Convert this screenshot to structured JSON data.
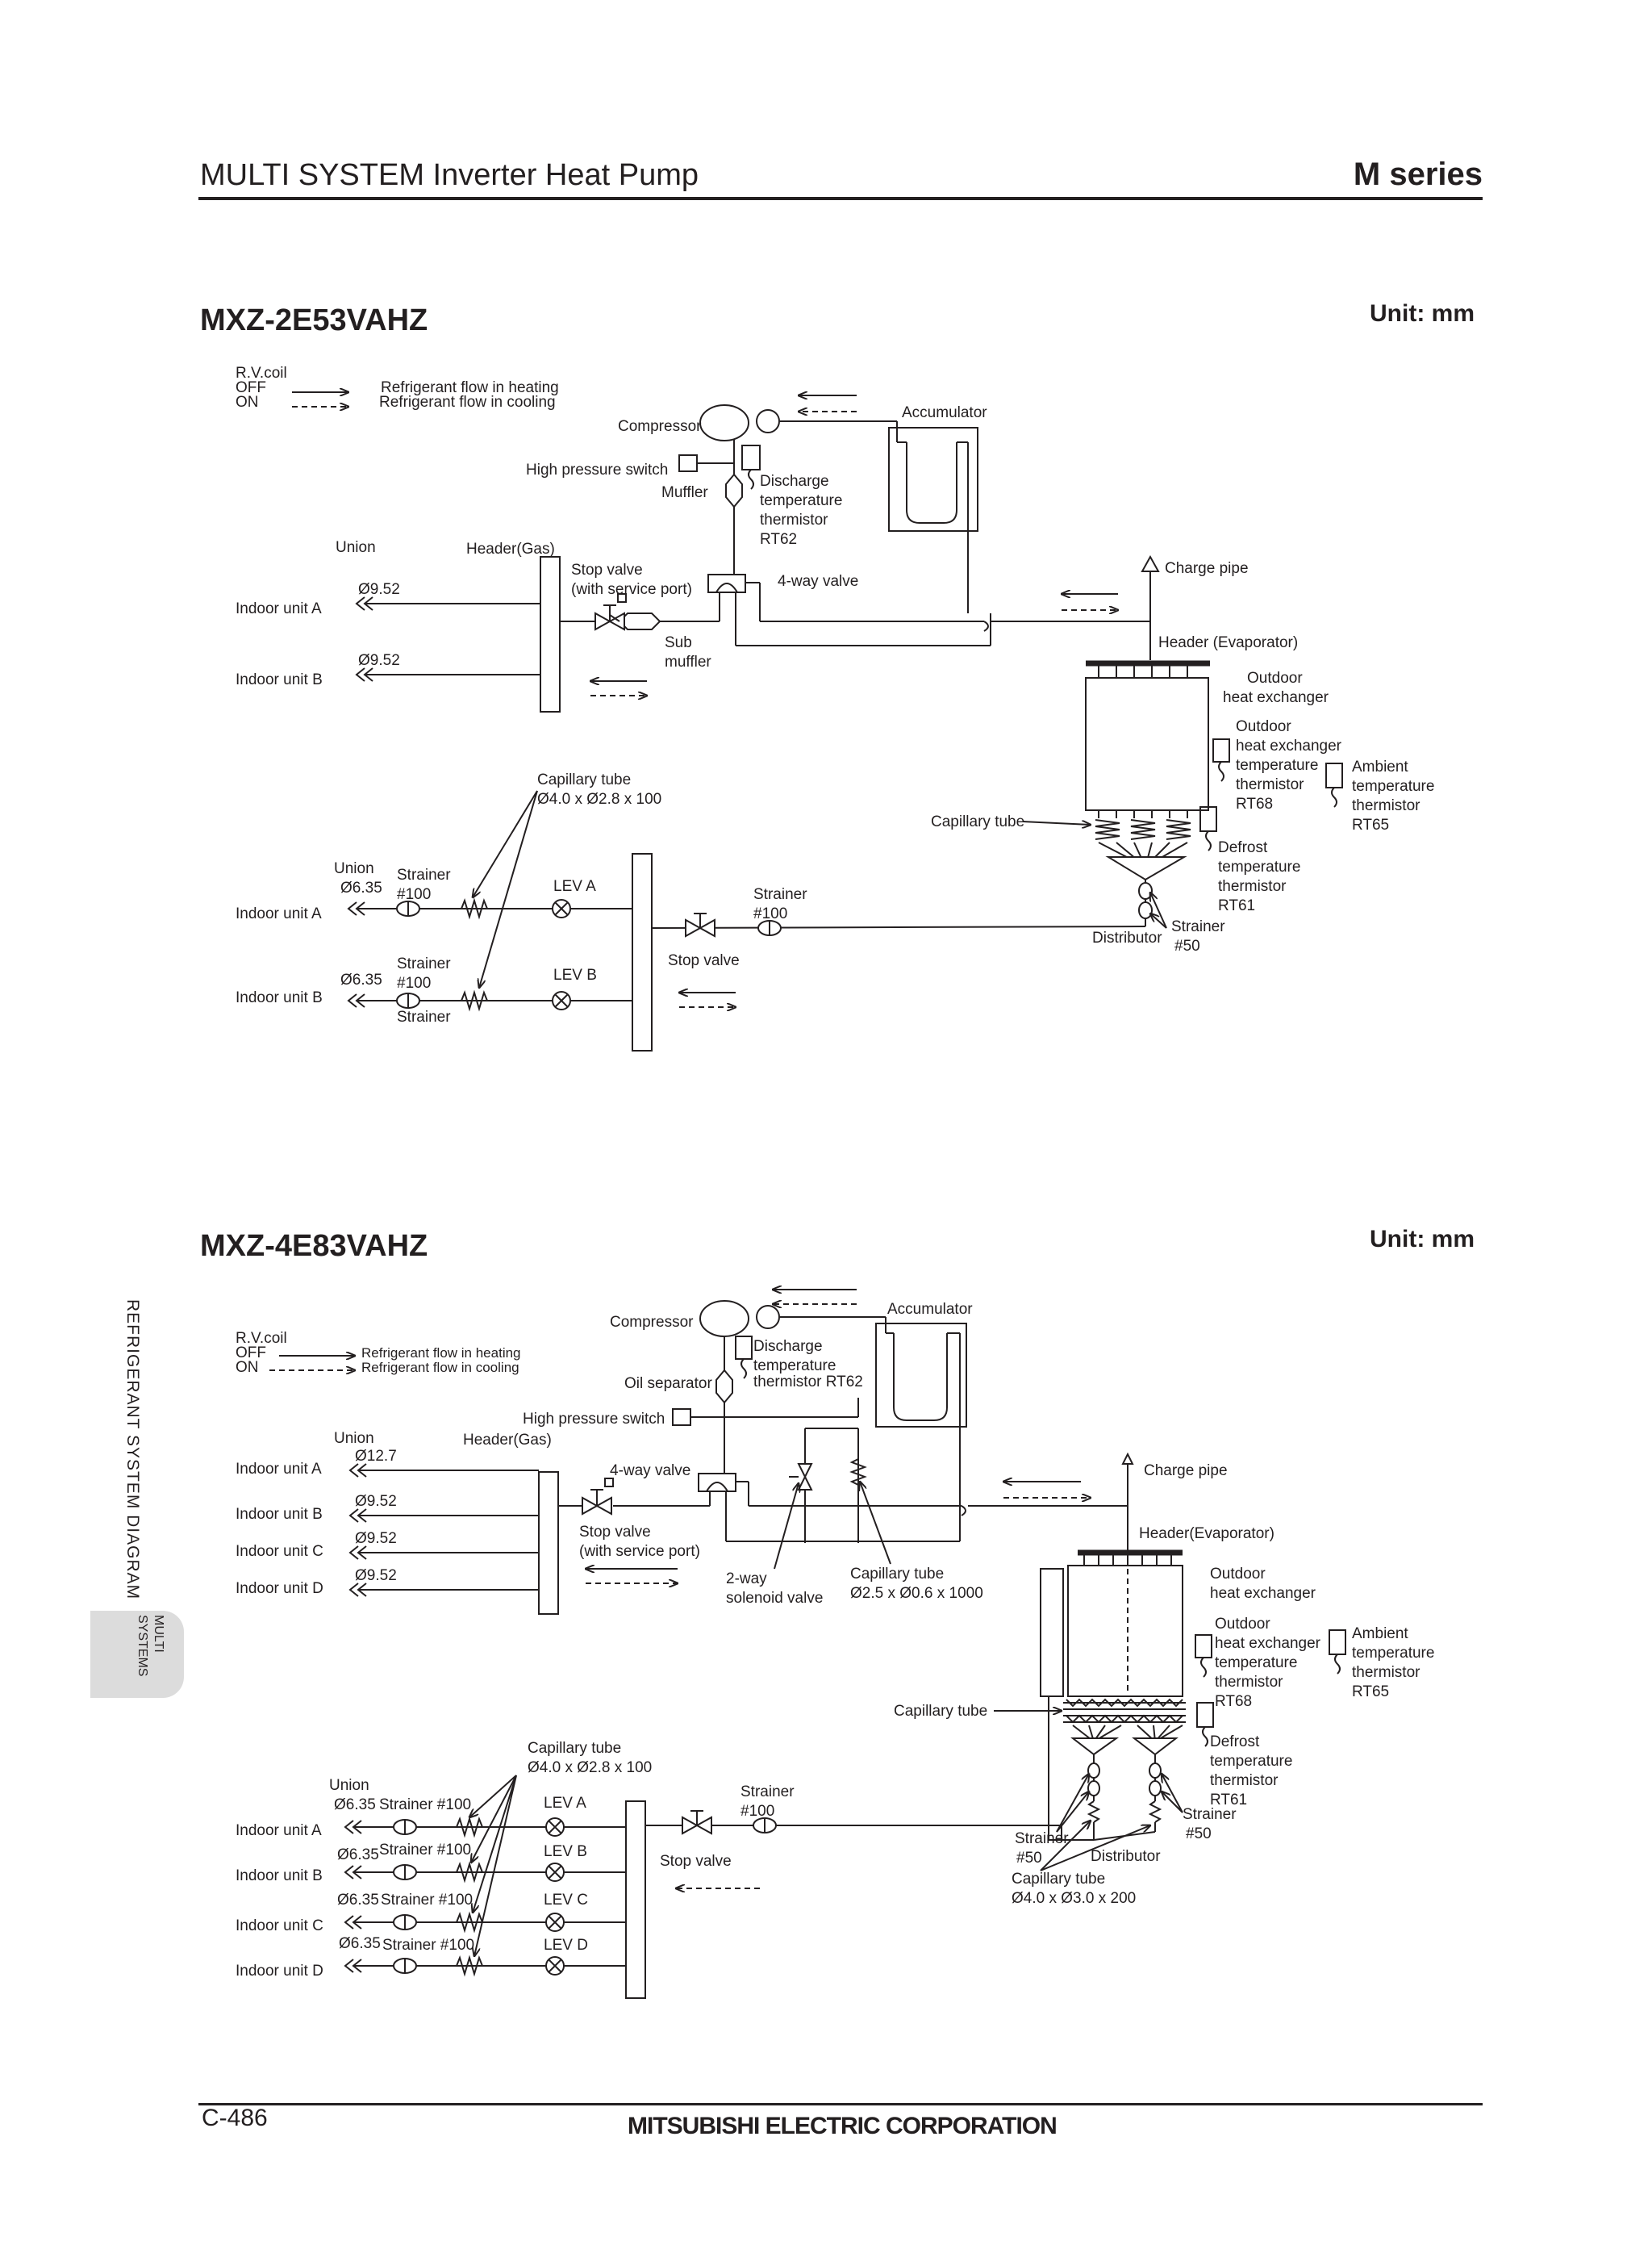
{
  "header": {
    "title": "MULTI SYSTEM Inverter Heat Pump",
    "series": "M series"
  },
  "side": {
    "tab_line1": "MULTI",
    "tab_line2": "SYSTEMS",
    "section": "REFRIGERANT SYSTEM DIAGRAM"
  },
  "footer": {
    "page": "C-486",
    "corp": "MITSUBISHI ELECTRIC CORPORATION"
  },
  "diagram1": {
    "model": "MXZ-2E53VAHZ",
    "unit": "Unit: mm",
    "legend_rv": "R.V.coil",
    "legend_off": "OFF",
    "legend_on": "ON",
    "legend_heating": "Refrigerant flow in heating",
    "legend_cooling": "Refrigerant flow in cooling",
    "compressor": "Compressor",
    "accumulator": "Accumulator",
    "high_pressure_switch": "High pressure switch",
    "muffler": "Muffler",
    "discharge_1": "Discharge",
    "discharge_2": "temperature",
    "discharge_3": "thermistor",
    "discharge_4": "RT62",
    "union": "Union",
    "header_gas": "Header(Gas)",
    "stop_valve_1": "Stop valve",
    "stop_valve_2": "(with service port)",
    "four_way": "4-way valve",
    "charge_pipe": "Charge pipe",
    "indoor_a": "Indoor unit A",
    "indoor_b": "Indoor unit B",
    "pipe_a": "Ø9.52",
    "pipe_b": "Ø9.52",
    "sub_muffler_1": "Sub",
    "sub_muffler_2": "muffler",
    "header_evap": "Header (Evaporator)",
    "outdoor_hx_1": "Outdoor",
    "outdoor_hx_2": "heat exchanger",
    "ohx_therm_1": "Outdoor",
    "ohx_therm_2": "heat exchanger",
    "ohx_therm_3": "temperature",
    "ohx_therm_4": "thermistor",
    "ohx_therm_5": "RT68",
    "ambient_1": "Ambient",
    "ambient_2": "temperature",
    "ambient_3": "thermistor",
    "ambient_4": "RT65",
    "cap_tube_1": "Capillary tube",
    "cap_tube_2": "Ø4.0 x Ø2.8 x 100",
    "cap_tube_hx": "Capillary tube",
    "defrost_1": "Defrost",
    "defrost_2": "temperature",
    "defrost_3": "thermistor",
    "defrost_4": "RT61",
    "union_l": "Union",
    "liq_a": "Ø6.35",
    "liq_b": "Ø6.35",
    "strainer_a_1": "Strainer",
    "strainer_a_2": "#100",
    "strainer_b_1": "Strainer",
    "strainer_b_2": "#100",
    "strainer_b_3": "Strainer",
    "lev_a": "LEV A",
    "lev_b": "LEV B",
    "strainer_main_1": "Strainer",
    "strainer_main_2": "#100",
    "stop_valve_liq": "Stop valve",
    "distributor": "Distributor",
    "strainer_dist_1": "Strainer",
    "strainer_dist_2": "#50"
  },
  "diagram2": {
    "model": "MXZ-4E83VAHZ",
    "unit": "Unit: mm",
    "legend_rv": "R.V.coil",
    "legend_off": "OFF",
    "legend_on": "ON",
    "legend_heating": "Refrigerant flow in heating",
    "legend_cooling": "Refrigerant flow in cooling",
    "compressor": "Compressor",
    "accumulator": "Accumulator",
    "discharge_1": "Discharge",
    "discharge_2": "temperature",
    "discharge_3": "thermistor RT62",
    "oil_separator": "Oil separator",
    "high_pressure_switch": "High pressure switch",
    "union": "Union",
    "header_gas": "Header(Gas)",
    "four_way": "4-way valve",
    "indoor_a": "Indoor unit A",
    "indoor_b": "Indoor unit B",
    "indoor_c": "Indoor unit C",
    "indoor_d": "Indoor unit D",
    "pipe_a": "Ø12.7",
    "pipe_b": "Ø9.52",
    "pipe_c": "Ø9.52",
    "pipe_d": "Ø9.52",
    "stop_valve_1": "Stop valve",
    "stop_valve_2": "(with service port)",
    "solenoid_1": "2-way",
    "solenoid_2": "solenoid valve",
    "cap_tube_top_1": "Capillary tube",
    "cap_tube_top_2": "Ø2.5 x Ø0.6 x 1000",
    "charge_pipe": "Charge pipe",
    "header_evap": "Header(Evaporator)",
    "outdoor_hx_1": "Outdoor",
    "outdoor_hx_2": "heat exchanger",
    "ohx_therm_1": "Outdoor",
    "ohx_therm_2": "heat exchanger",
    "ohx_therm_3": "temperature",
    "ohx_therm_4": "thermistor",
    "ohx_therm_5": "RT68",
    "ambient_1": "Ambient",
    "ambient_2": "temperature",
    "ambient_3": "thermistor",
    "ambient_4": "RT65",
    "cap_tube_hx": "Capillary tube",
    "defrost_1": "Defrost",
    "defrost_2": "temperature",
    "defrost_3": "thermistor",
    "defrost_4": "RT61",
    "cap_tube_liq_1": "Capillary tube",
    "cap_tube_liq_2": "Ø4.0 x Ø2.8 x 100",
    "union_l": "Union",
    "liq_a": "Ø6.35",
    "liq_b": "Ø6.35",
    "liq_c": "Ø6.35",
    "liq_d": "Ø6.35",
    "strainer_a": "Strainer #100",
    "strainer_b": "Strainer #100",
    "strainer_c": "Strainer #100",
    "strainer_d": "Strainer #100",
    "lev_a": "LEV A",
    "lev_b": "LEV B",
    "lev_c": "LEV C",
    "lev_d": "LEV D",
    "strainer_main_1": "Strainer",
    "strainer_main_2": "#100",
    "stop_valve_liq": "Stop valve",
    "strainer_r_1": "Strainer",
    "strainer_r_2": "#50",
    "strainer_l_1": "Strainer",
    "strainer_l_2": "#50",
    "distributor": "Distributor",
    "cap_tube_dist_1": "Capillary tube",
    "cap_tube_dist_2": "Ø4.0 x Ø3.0 x 200"
  }
}
